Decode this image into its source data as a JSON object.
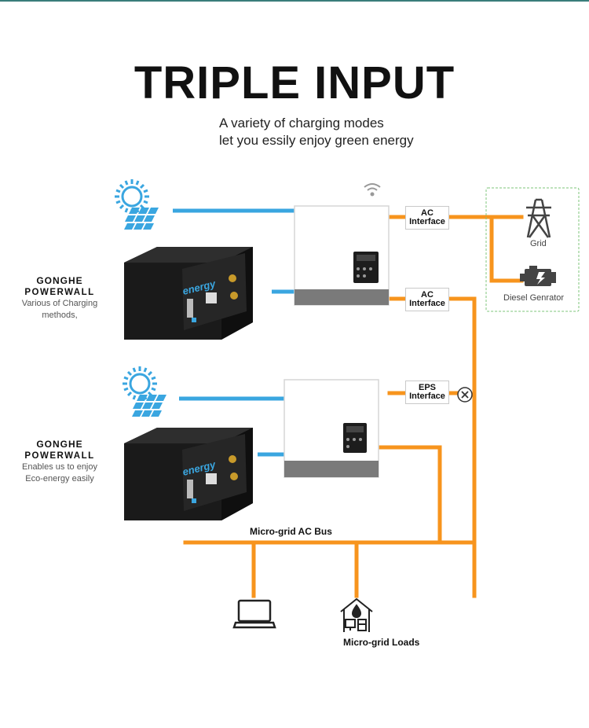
{
  "header": {
    "title": "TRIPLE INPUT",
    "subtitle_line1": "A variety of charging modes",
    "subtitle_line2": "let you essily enjoy green energy"
  },
  "system1": {
    "brand_line1": "GONGHE",
    "brand_line2": "POWERWALL",
    "desc_line1": "Various of Charging",
    "desc_line2": "methods,",
    "ac_interface_top": {
      "line1": "AC",
      "line2": "Interface"
    },
    "ac_interface_bottom": {
      "line1": "AC",
      "line2": "Interface"
    }
  },
  "system2": {
    "brand_line1": "GONGHE",
    "brand_line2": "POWERWALL",
    "desc_line1": "Enables us to enjoy",
    "desc_line2": "Eco-energy easily",
    "eps_interface": {
      "line1": "EPS",
      "line2": "Interface"
    }
  },
  "sources": {
    "grid_label": "Grid",
    "diesel_label": "Diesel Genrator"
  },
  "bus": {
    "label": "Micro-grid AC Bus",
    "loads_label": "Micro-grid Loads"
  },
  "battery_brand": "energy",
  "icons": [
    "sun-icon",
    "solar-panel-icon",
    "wifi-icon",
    "grid-tower-icon",
    "engine-icon",
    "laptop-icon",
    "house-appliance-icon",
    "close-icon"
  ],
  "colors": {
    "solar_line": "#3aa6e0",
    "ac_line": "#f7941d",
    "dashed_box": "#7cc47a"
  }
}
